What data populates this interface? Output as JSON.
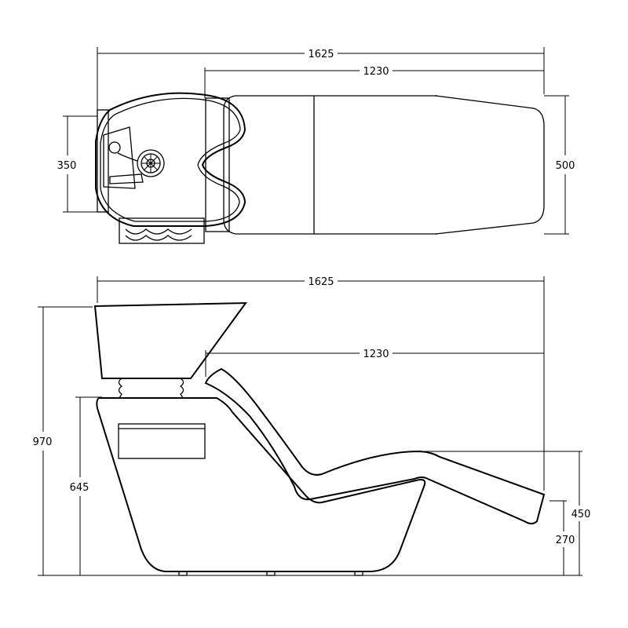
{
  "drawing": {
    "top_view": {
      "overall_length": "1625",
      "cushion_length": "1230",
      "basin_width": "350",
      "cushion_width": "500"
    },
    "side_view": {
      "overall_length": "1625",
      "cushion_length": "1230",
      "overall_height": "970",
      "base_height": "645",
      "footrest_height": "450",
      "footrest_base": "270"
    }
  }
}
